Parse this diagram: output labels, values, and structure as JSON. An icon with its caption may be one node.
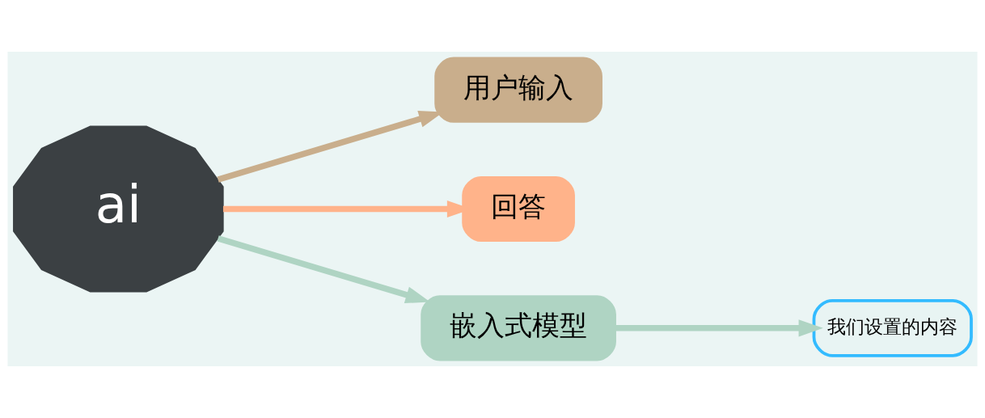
{
  "diagram": {
    "nodes": [
      {
        "text": [
          "ai"
        ]
      },
      {
        "text": [
          "用户输入"
        ]
      },
      {
        "text": [
          "回答"
        ]
      },
      {
        "text": [
          "嵌入式模型"
        ]
      },
      {
        "text": [
          "我们设置的内容"
        ]
      }
    ],
    "edges": [
      {
        "from": 0,
        "to": 1,
        "arrow": "to",
        "color": "#c9ae8c"
      },
      {
        "from": 0,
        "to": 2,
        "arrow": "to",
        "color": "#ffb38a"
      },
      {
        "from": 0,
        "to": 3,
        "arrow": "to",
        "color": "#afd4c3"
      },
      {
        "from": 3,
        "to": 4,
        "arrow": "to",
        "color": "#afd4c3"
      }
    ]
  }
}
